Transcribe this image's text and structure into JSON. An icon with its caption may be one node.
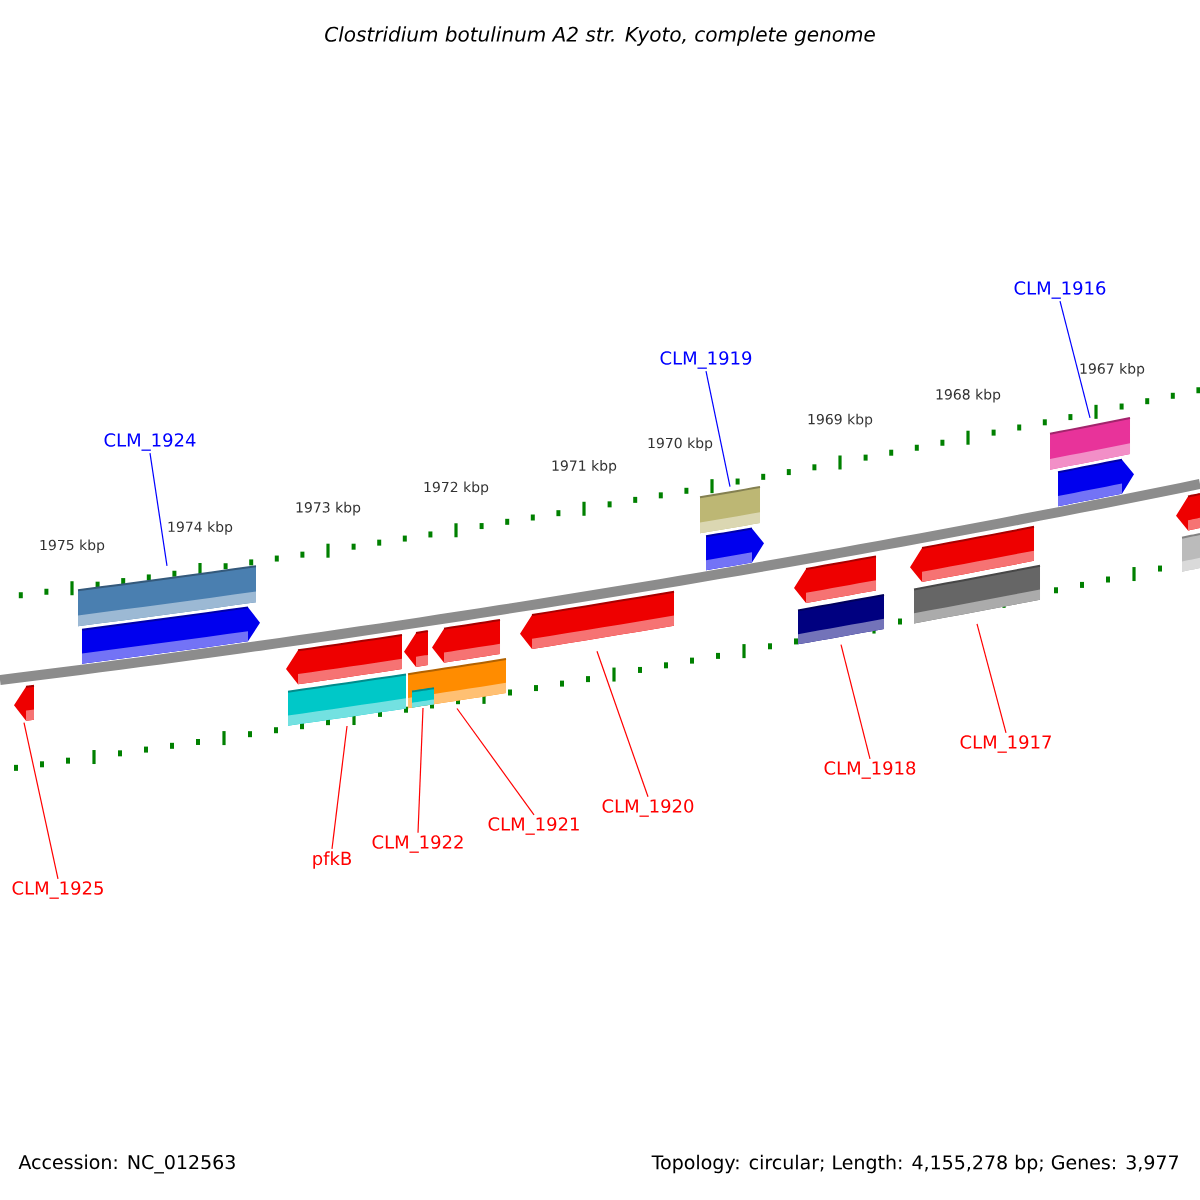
{
  "diagram": {
    "title": "Clostridium botulinum A2 str. Kyoto, complete genome",
    "nodes": [
      {
        "text": [
          "CLM_1916"
        ]
      },
      {
        "text": [
          "CLM_1919"
        ]
      },
      {
        "text": [
          "CLM_1924"
        ]
      },
      {
        "text": [
          "CLM_1917"
        ]
      },
      {
        "text": [
          "CLM_1918"
        ]
      },
      {
        "text": [
          "CLM_1920"
        ]
      },
      {
        "text": [
          "CLM_1921"
        ]
      },
      {
        "text": [
          "CLM_1922"
        ]
      },
      {
        "text": [
          "pfkB"
        ]
      },
      {
        "text": [
          "CLM_1925"
        ]
      },
      {
        "text": [],
        "shape": "arrow"
      },
      {
        "text": [],
        "shape": "bar"
      },
      {
        "text": [],
        "shape": "bar"
      },
      {
        "text": [],
        "shape": "bar"
      },
      {
        "text": [],
        "shape": "bar",
        "in": 13
      },
      {
        "text": [],
        "shape": "arrow"
      },
      {
        "text": [],
        "shape": "bar"
      },
      {
        "text": [],
        "shape": "bar"
      },
      {
        "text": [],
        "shape": "bar"
      },
      {
        "text": [],
        "shape": "bar"
      }
    ],
    "edges": [
      {
        "from": 0,
        "to": 19,
        "arrow": "none",
        "color": "#0000ff"
      },
      {
        "from": 1,
        "to": 16,
        "arrow": "none",
        "color": "#0000ff"
      },
      {
        "from": 2,
        "to": 11,
        "arrow": "none",
        "color": "#0000ff"
      },
      {
        "from": 3,
        "to": 18,
        "arrow": "none"
      },
      {
        "from": 4,
        "to": 17,
        "arrow": "none"
      },
      {
        "from": 5,
        "to": 15,
        "arrow": "none"
      },
      {
        "from": 6,
        "to": 13,
        "arrow": "none"
      },
      {
        "from": 7,
        "to": 14,
        "arrow": "none"
      },
      {
        "from": 8,
        "to": 12,
        "arrow": "none"
      },
      {
        "from": 9,
        "to": 10,
        "arrow": "none"
      }
    ],
    "labels": [
      "1975 kbp",
      "1974 kbp",
      "1973 kbp",
      "1972 kbp",
      "1971 kbp",
      "1970 kbp",
      "1969 kbp",
      "1968 kbp",
      "1967 kbp",
      "Accession: NC_012563",
      "Topology: circular; Length: 4,155,278 bp; Genes: 3,977"
    ]
  }
}
